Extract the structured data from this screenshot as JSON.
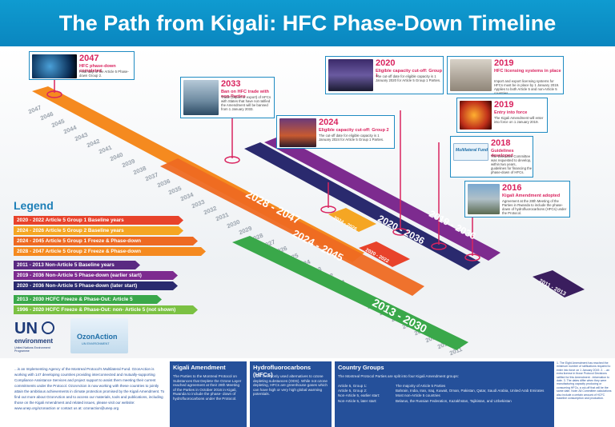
{
  "title": "The Path from Kigali: HFC Phase-Down Timeline",
  "years_axis": [
    "2047",
    "2046",
    "2045",
    "2044",
    "2043",
    "2042",
    "2041",
    "2040",
    "2039",
    "2038",
    "2037",
    "2036",
    "2035",
    "2034",
    "2033",
    "2032",
    "2031",
    "2030",
    "2029",
    "2028",
    "2027",
    "2026",
    "2025",
    "2024",
    "2023",
    "2022",
    "2021",
    "2020",
    "2019",
    "2018",
    "2017",
    "2016",
    "2015",
    "2014",
    "2013",
    "2012",
    "2011"
  ],
  "bars": {
    "b1": "2028 - 2047",
    "b2": "2024 - 2045",
    "b3": "2020 - 2036",
    "b4": "2019 - 2036",
    "b5": "2013 - 2030",
    "b6": "2020 - 2022",
    "b7": "2024 - 2026",
    "b8": "2011 - 2013"
  },
  "colors": {
    "red": "#e8432b",
    "orange": "#f58a1f",
    "dark_orange": "#ee6a22",
    "amber": "#f5a623",
    "purple": "#7d2b8f",
    "dark_purple": "#3a1e5e",
    "navy": "#2a2a6e",
    "green": "#3aa84a",
    "light_green": "#7bc143",
    "blue": "#1f8bc2",
    "pink": "#d9245f"
  },
  "events": [
    {
      "year": "2047",
      "heading": "HFC phase-down completed",
      "body": "Final step of the Article 5 Phase-down Group 2."
    },
    {
      "year": "2033",
      "heading": "Ban on HFC trade with non-Parties",
      "body": "Trade (import or export) of HFCs with States that have not ratified the Amendment will be banned from 1 January 2033."
    },
    {
      "year": "2024",
      "heading": "Eligible capacity cut-off: Group 2",
      "body": "The cut-off date for eligible capacity is 1 January 2024 for Article 5 Group 1 Parties."
    },
    {
      "year": "2020",
      "heading": "Eligible capacity cut-off: Group 1",
      "body": "The cut-off date for eligible capacity is 1 January 2020 for Article 5 Group 1 Parties."
    },
    {
      "year": "2019",
      "heading": "HFC licensing systems in place",
      "body": "Import and export licensing systems for HFCs must be in place by 1 January 2019. Applies to both Article 5 and non-Article 5 countries."
    },
    {
      "year": "2019",
      "heading": "Entry into force",
      "body": "The Kigali Amendment will enter into force on 1 January 2019."
    },
    {
      "year": "2018",
      "heading": "Guidelines developed",
      "body": "The Executive Committee was requested to develop, within two years, guidelines for financing the phase-down of HFCs."
    },
    {
      "year": "2016",
      "heading": "Kigali Amendment adopted",
      "body": "Agreement at the 28th Meeting of the Parties in Rwanda to include the phase-down of hydrofluorocarbons (HFCs) under the Protocol."
    }
  ],
  "legend": {
    "title": "Legend",
    "items": [
      {
        "label": "2020 - 2022 Article 5 Group 1 Baseline years",
        "color": "#e8432b"
      },
      {
        "label": "2024 - 2026 Article 5 Group 2 Baseline years",
        "color": "#f5a623"
      },
      {
        "label": "2024 - 2045 Article 5 Group 1 Freeze & Phase-down",
        "color": "#ee6a22"
      },
      {
        "label": "2028 - 2047 Article 5 Group 2 Freeze & Phase-down",
        "color": "#f58a1f"
      },
      {
        "label": "2011 - 2013 Non-Article 5 Baseline years",
        "color": "#5a2a82"
      },
      {
        "label": "2019 - 2036 Non-Article 5 Phase-down (earlier start)",
        "color": "#7d2b8f"
      },
      {
        "label": "2020 - 2036 Non-Article 5 Phase-down (later start)",
        "color": "#2a2a6e"
      },
      {
        "label": "2013 - 2030 HCFC Freeze & Phase-Out: Article 5",
        "color": "#3aa84a"
      },
      {
        "label": "1996 - 2020 HCFC Freeze & Phase-Out: non- Article 5 (not shown)",
        "color": "#7bc143"
      }
    ]
  },
  "logos": {
    "un_letters": "UN",
    "un_word": "environment",
    "un_sub": "United Nations Environment Programme",
    "ozon_name": "OzonAction",
    "ozon_sub": "UN ENVIRONMENT"
  },
  "intro": "...is an Implementing Agency of the Montreal Protocol's Multilateral Fund. OzonAction is working with 147 developing countries providing interconnected and mutually-supporting Compliance Assistance Services and project support to assist them meeting their current commitments under the Protocol. OzonAction is now working with these countries to jointly attain the ambitious achievements in climate protection promised by the Kigali Amendment. To find out more about OzonAction and to access our materials, tools and publications, including those on the Kigali Amendment and related issues, please visit our website: www.unep.org/ozonaction or contact us at: ozonaction@unep.org",
  "panels": {
    "kigali": {
      "title": "Kigali Amendment",
      "body": "The Parties to the Montreal Protocol on Substances that Deplete the Ozone Layer reached agreement at their 28th Meeting of the Parties in October 2016 in Kigali, Rwanda to include the phase- down of hydrofluorocarbons under the Protocol."
    },
    "hfc": {
      "title": "Hydrofluorocarbons (HFCs)",
      "body": "...are commonly used alternatives to ozone depleting substances (ODS). While not ozone depleting, HFCs are greenhouse gases which can have high or very high global warming potentials."
    },
    "groups": {
      "title": "Country Groups",
      "intro": "The Montreal Protocol Parties are split into four Kigali Amendment groups:",
      "rows": [
        {
          "k": "Article 5, Group 1:",
          "v": "The majority of Article 5 Parties"
        },
        {
          "k": "Article 5, Group 2:",
          "v": "Bahrain, India, Iran, Iraq, Kuwait, Oman, Pakistan, Qatar, Saudi Arabia, United Arab Emirates"
        },
        {
          "k": "Non-Article 5, earlier start:",
          "v": "Most non-Article 5 countries"
        },
        {
          "k": "Non-Article 5, later start:",
          "v": "Belarus, the Russian Federation, Kazakhstan, Tajikistan, and Uzbekistan"
        }
      ]
    }
  },
  "notes": "1. The Eight Amendment has reached the minimum number of ratifications required to enter into force on 1 January 2019. 2. ...an extra license in those Protocol Decisions ratified for this Amendment - information to date. 3. The dates differ when they were manufacturing capacity producing or consuming HFCs, a cut-off that will be the same date. Note: All Committee calculations also include a certain amount of HCFC baseline consumption and production."
}
